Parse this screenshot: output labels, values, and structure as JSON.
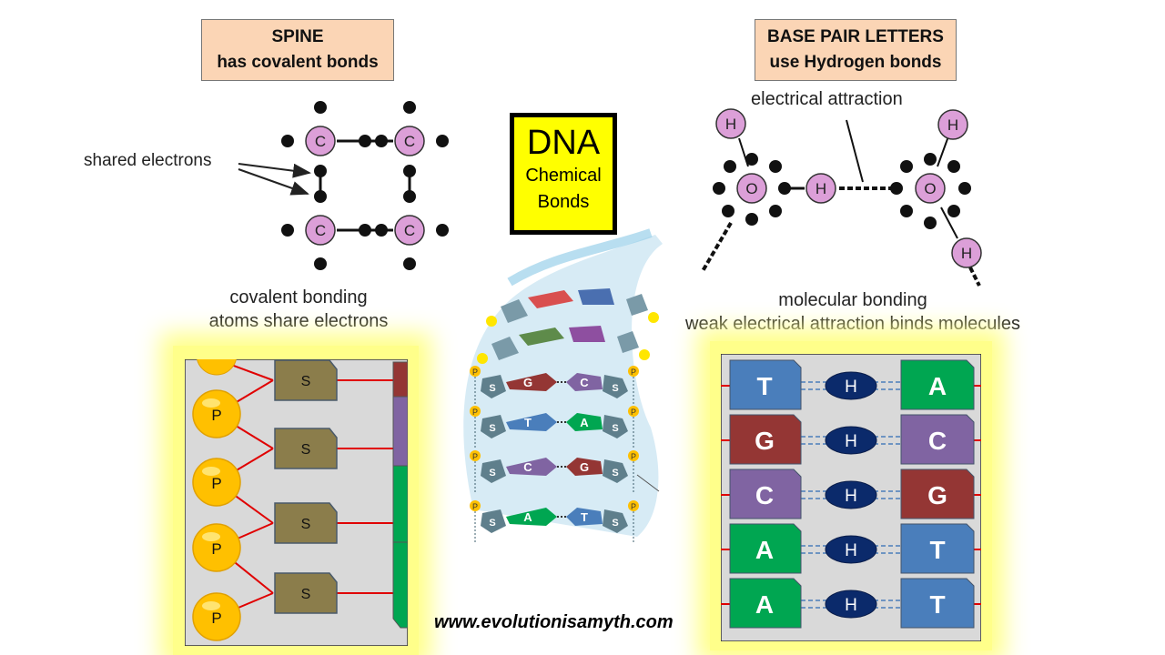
{
  "spine": {
    "title_line1": "SPINE",
    "title_line2": "has covalent bonds",
    "shared_label": "shared electrons",
    "caption_line1": "covalent bonding",
    "caption_line2": "atoms share electrons",
    "atom_letter": "C"
  },
  "base_pairs_section": {
    "title_line1": "BASE PAIR LETTERS",
    "title_line2": "use Hydrogen bonds",
    "attraction_label": "electrical attraction",
    "caption_line1": "molecular bonding",
    "caption_line2": "weak electrical attraction binds molecules",
    "atom_h": "H",
    "atom_o": "O"
  },
  "center": {
    "title": "DNA",
    "sub_line1": "Chemical",
    "sub_line2": "Bonds"
  },
  "backbone_panel": {
    "phosphate_label": "P",
    "sugar_label": "S"
  },
  "base_pair_panel": {
    "bond_label": "H",
    "pairs": [
      {
        "left": "T",
        "right": "A"
      },
      {
        "left": "G",
        "right": "C"
      },
      {
        "left": "C",
        "right": "G"
      },
      {
        "left": "A",
        "right": "T"
      },
      {
        "left": "A",
        "right": "T"
      }
    ]
  },
  "helix": {
    "pairs": [
      {
        "left": "G",
        "right": "C"
      },
      {
        "left": "T",
        "right": "A"
      },
      {
        "left": "C",
        "right": "G"
      },
      {
        "left": "A",
        "right": "T"
      }
    ],
    "phosphate_label": "P",
    "sugar_label": "S"
  },
  "colors": {
    "T": "#4a7ebb",
    "A": "#00a651",
    "G": "#943634",
    "C": "#8064a2",
    "sugar": "#8b7d4b",
    "phosphate": "#ffc000",
    "bond_line": "#e00000",
    "hydrogen": "#0b2a6b",
    "atom_fill": "#dc9fd8"
  },
  "footer": {
    "url": "www.evolutionisamyth.com"
  }
}
